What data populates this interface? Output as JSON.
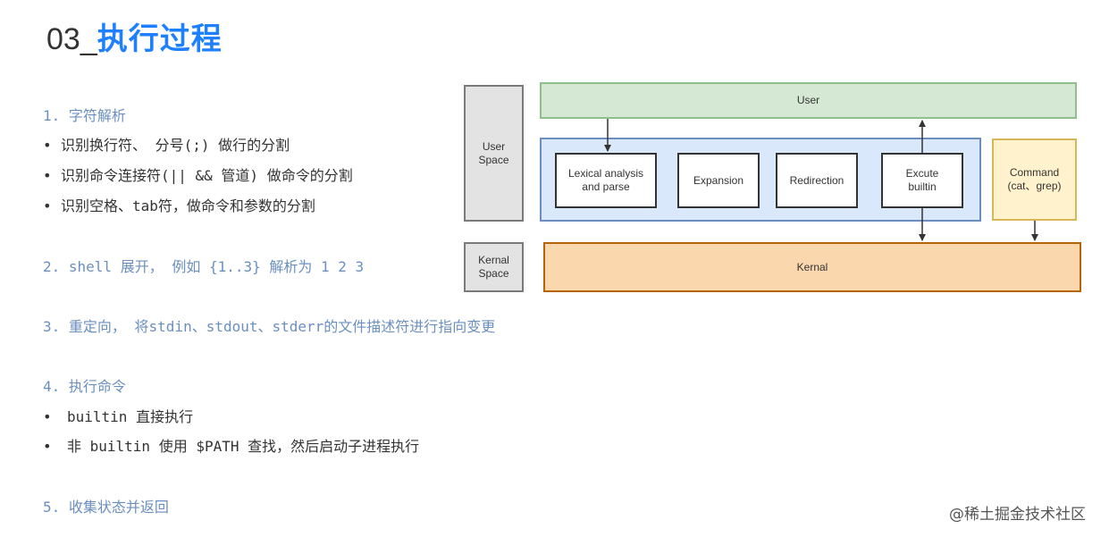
{
  "title": {
    "prefix": "03_",
    "main": "执行过程"
  },
  "notes": [
    {
      "kind": "head",
      "text": "1. 字符解析"
    },
    {
      "kind": "bullet",
      "text": "识别换行符、 分号(;) 做行的分割"
    },
    {
      "kind": "bullet",
      "text": "识别命令连接符(|| && 管道) 做命令的分割"
    },
    {
      "kind": "bullet",
      "text": "识别空格、tab符，做命令和参数的分割"
    },
    {
      "kind": "head",
      "text": "2. shell 展开， 例如 {1..3} 解析为  1 2 3"
    },
    {
      "kind": "head",
      "text": "3. 重定向， 将stdin、stdout、stderr的文件描述符进行指向变更"
    },
    {
      "kind": "head",
      "text": "4. 执行命令"
    },
    {
      "kind": "bullet",
      "text": "builtin 直接执行"
    },
    {
      "kind": "bullet",
      "text": "非 builtin 使用 $PATH 查找，然后启动子进程执行"
    },
    {
      "kind": "head",
      "text": "5. 收集状态并返回"
    }
  ],
  "bullet_symbol": "•",
  "diagram": {
    "user_space": [
      "User",
      "Space"
    ],
    "kernal_space": [
      "Kernal",
      "Space"
    ],
    "user": "User",
    "lexical": [
      "Lexical analysis",
      "and parse"
    ],
    "expansion": "Expansion",
    "redirection": "Redirection",
    "excute": [
      "Excute",
      "builtin"
    ],
    "command": [
      "Command",
      "(cat、grep)"
    ],
    "kernal": "Kernal"
  },
  "watermark_site": "@稀土掘金技术社区"
}
